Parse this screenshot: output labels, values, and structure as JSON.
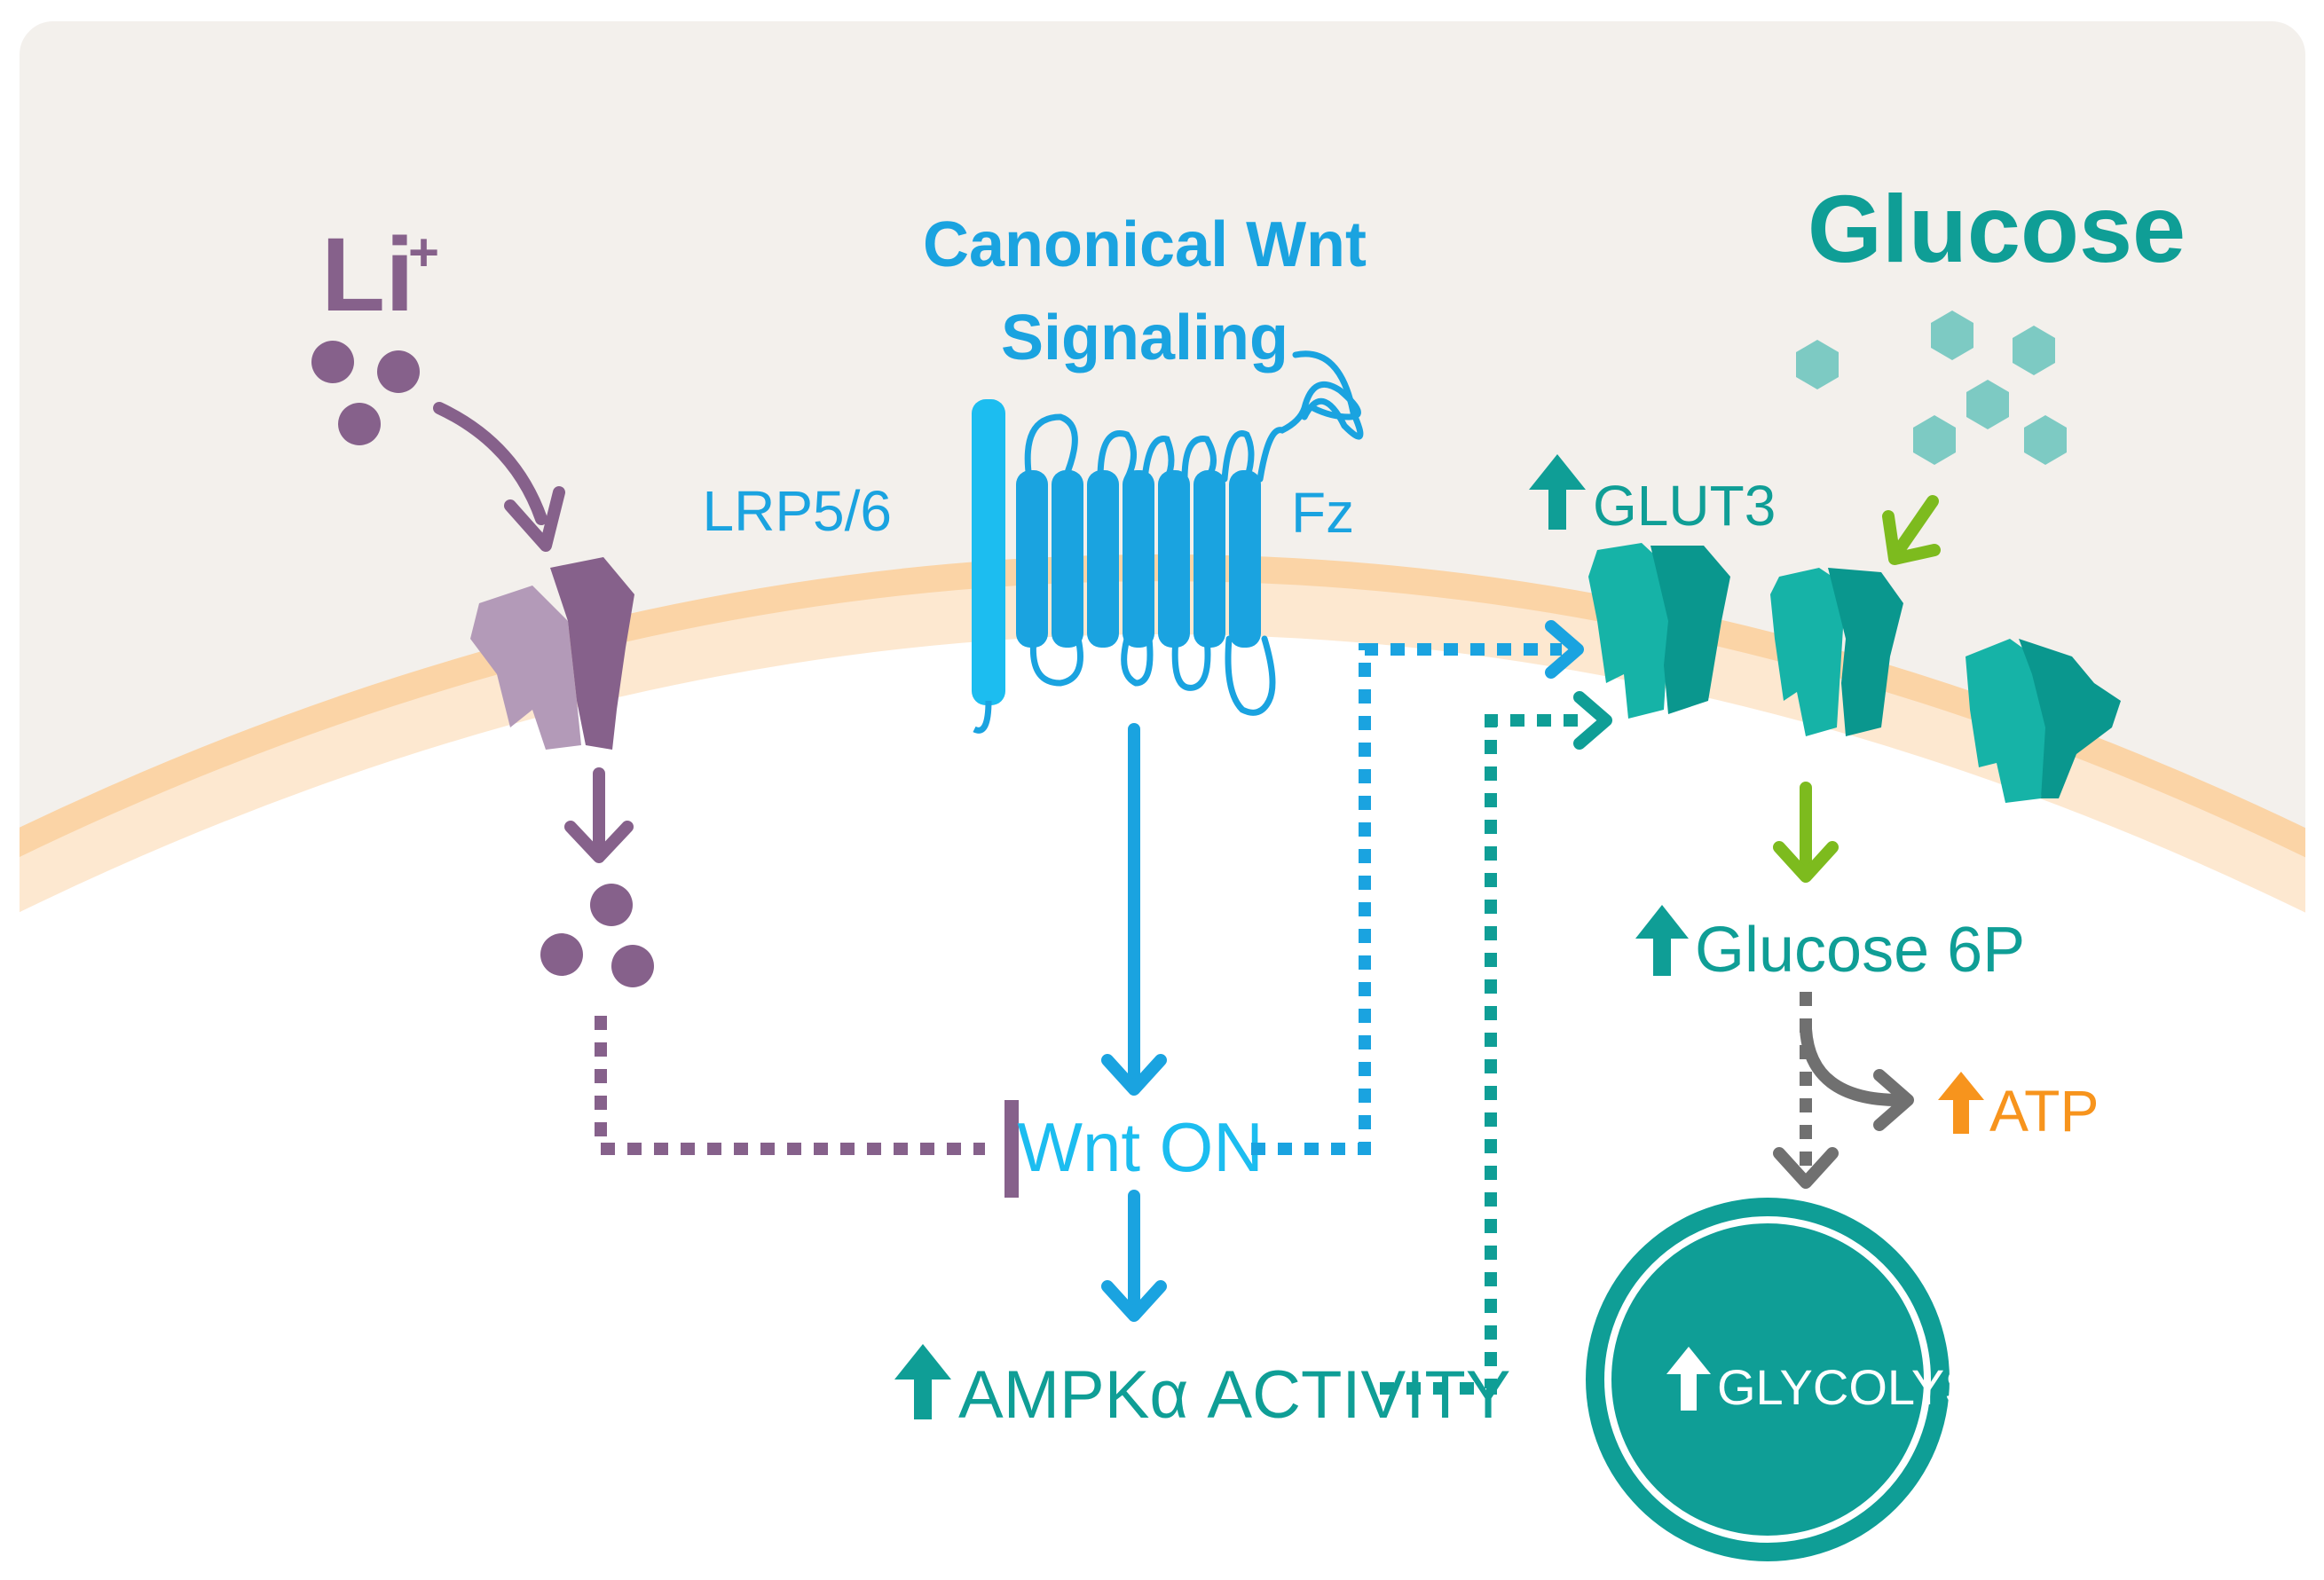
{
  "labels": {
    "lithium": "Li",
    "lithium_charge": "+",
    "wnt_title_line1": "Canonical Wnt",
    "wnt_title_line2": "Signaling",
    "lrp": "LRP5/6",
    "fz": "Fz",
    "glucose": "Glucose",
    "glut3": "GLUT3",
    "glucose6p": "Glucose 6P",
    "atp": "ATP",
    "wnt_on": "Wnt ON",
    "ampk": "AMPKα ACTIVITY",
    "glycolysis": "GLYCOLYSIS"
  },
  "colors": {
    "background_top": "#f3f0ec",
    "membrane": "#fbd4a6",
    "lithium_purple": "#86618b",
    "lithium_purple_light": "#b39ab8",
    "wnt_blue": "#1aa3e0",
    "lrp_blue": "#1cbdf0",
    "teal": "#0f9e96",
    "teal_dark": "#088a82",
    "glucose_hex": "#7dcac3",
    "green_arrow": "#7dbb1e",
    "gray_arrow": "#707070",
    "atp_orange": "#f7941d"
  },
  "icons": {
    "up_arrow": "up-arrow-icon",
    "transporter": "transporter-icon",
    "receptor": "seven-pass-receptor-icon"
  }
}
